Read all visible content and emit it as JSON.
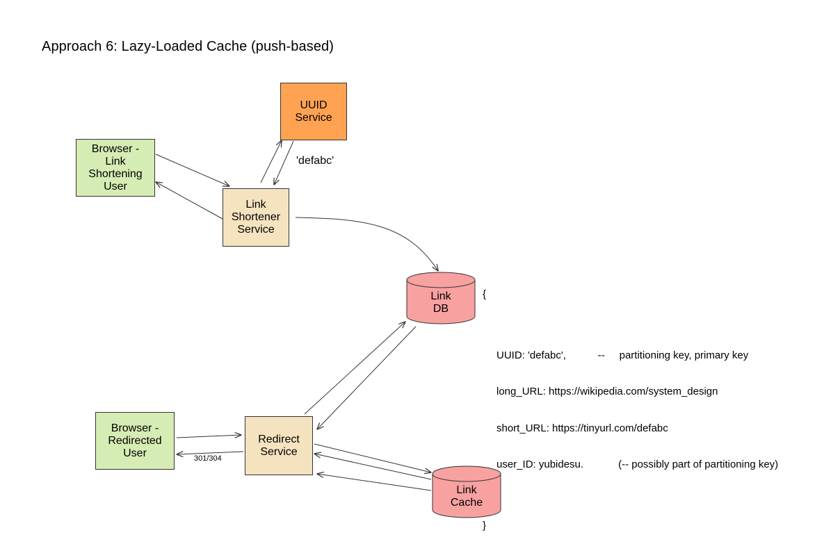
{
  "title": "Approach 6: Lazy-Loaded Cache (push-based)",
  "nodes": {
    "uuid_service": {
      "label": "UUID\nService",
      "fill": "#ffa352"
    },
    "browser_shortening": {
      "label": "Browser -\nLink\nShortening\nUser",
      "fill": "#d5ecb4"
    },
    "link_shortener": {
      "label": "Link\nShortener\nService",
      "fill": "#f5e3c0"
    },
    "link_db": {
      "label": "Link\nDB",
      "fill": "#f8a1a1"
    },
    "browser_redirected": {
      "label": "Browser -\nRedirected\nUser",
      "fill": "#d5ecb4"
    },
    "redirect_service": {
      "label": "Redirect\nService",
      "fill": "#f5e3c0"
    },
    "link_cache": {
      "label": "Link\nCache",
      "fill": "#f8a1a1"
    }
  },
  "edge_labels": {
    "uuid_response": "'defabc'",
    "redirect_status": "301/304"
  },
  "record": {
    "open": "{",
    "lines": [
      "UUID: 'defabc',           --     partitioning key, primary key",
      "long_URL: https://wikipedia.com/system_design",
      "short_URL: https://tinyurl.com/defabc",
      "user_ID: yubidesu.            (-- possibly part of partitioning key)"
    ],
    "close": "}"
  }
}
